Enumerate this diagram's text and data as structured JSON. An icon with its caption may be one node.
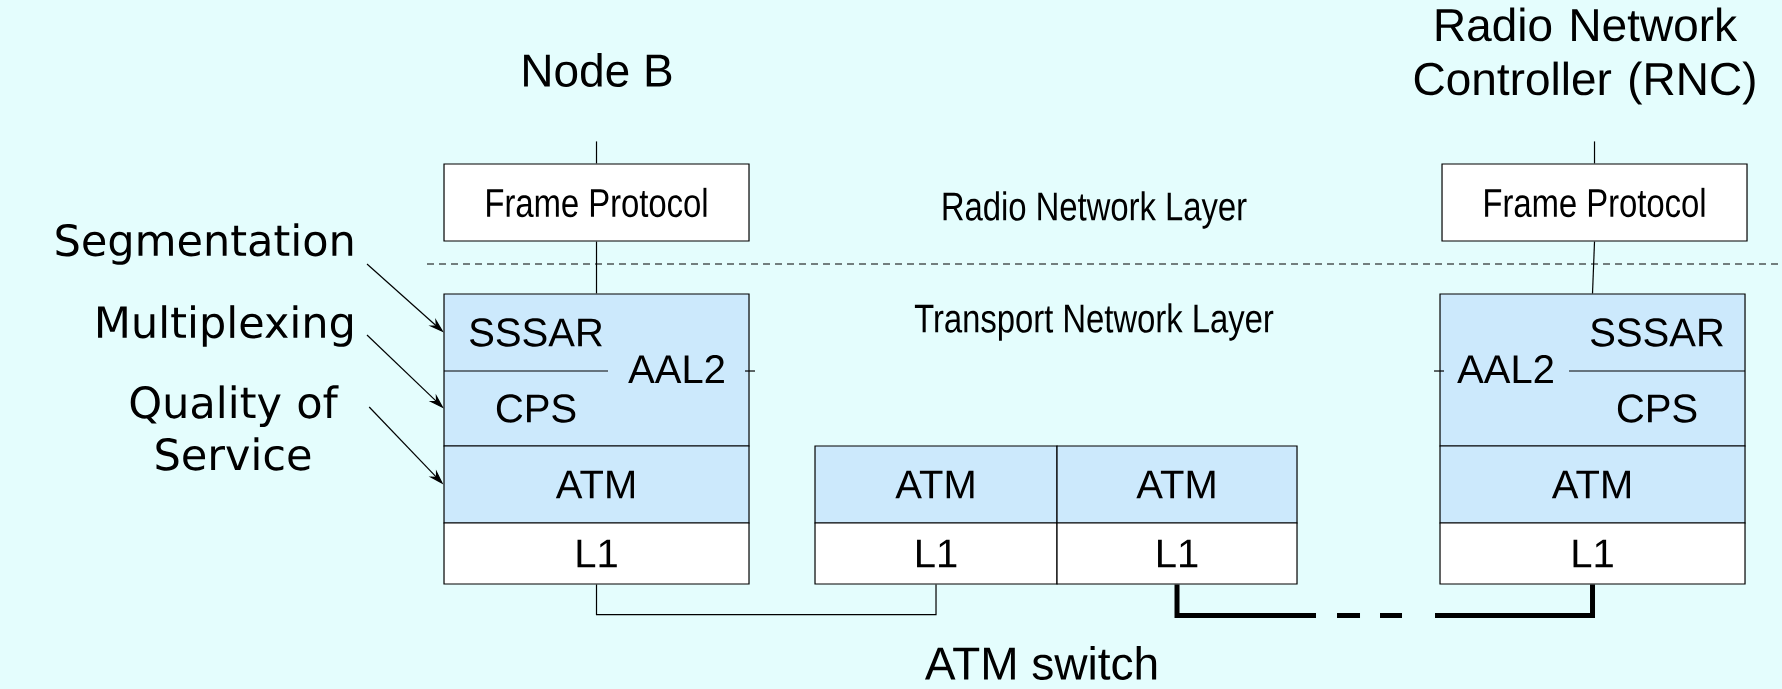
{
  "diagram": {
    "nodes": [
      {
        "text": [
          "Frame Protocol"
        ]
      },
      {
        "text": [
          "AAL2"
        ]
      },
      {
        "text": [
          "SSSAR"
        ],
        "in": 1
      },
      {
        "text": [
          "CPS"
        ],
        "in": 1
      },
      {
        "text": [
          "ATM"
        ]
      },
      {
        "text": [
          "L1"
        ]
      },
      {
        "text": [
          "ATM"
        ]
      },
      {
        "text": [
          "L1"
        ]
      },
      {
        "text": [
          "ATM"
        ]
      },
      {
        "text": [
          "L1"
        ]
      },
      {
        "text": [
          "Frame Protocol"
        ]
      },
      {
        "text": [
          "AAL2"
        ]
      },
      {
        "text": [
          "SSSAR"
        ],
        "in": 11
      },
      {
        "text": [
          "CPS"
        ],
        "in": 11
      },
      {
        "text": [
          "ATM"
        ]
      },
      {
        "text": [
          "L1"
        ]
      },
      {
        "text": [
          "Segmentation"
        ]
      },
      {
        "text": [
          "Multiplexing"
        ]
      },
      {
        "text": [
          "Quality of Service"
        ]
      }
    ],
    "edges": [
      {
        "from": null,
        "to": 0,
        "arrow": "none"
      },
      {
        "from": 0,
        "to": 1,
        "arrow": "none"
      },
      {
        "from": null,
        "to": 10,
        "arrow": "none"
      },
      {
        "from": 10,
        "to": 11,
        "arrow": "none"
      },
      {
        "from": 5,
        "to": 7,
        "arrow": "none"
      },
      {
        "from": 9,
        "to": 15,
        "arrow": "none",
        "style": "dashed"
      },
      {
        "from": 16,
        "to": 2,
        "arrow": "to"
      },
      {
        "from": 17,
        "to": 3,
        "arrow": "to"
      },
      {
        "from": 18,
        "to": 4,
        "arrow": "to"
      }
    ],
    "labels": [
      "Node B",
      "Radio Network Controller (RNC)",
      "Radio Network Layer",
      "Transport Network Layer",
      "ATM switch"
    ]
  }
}
